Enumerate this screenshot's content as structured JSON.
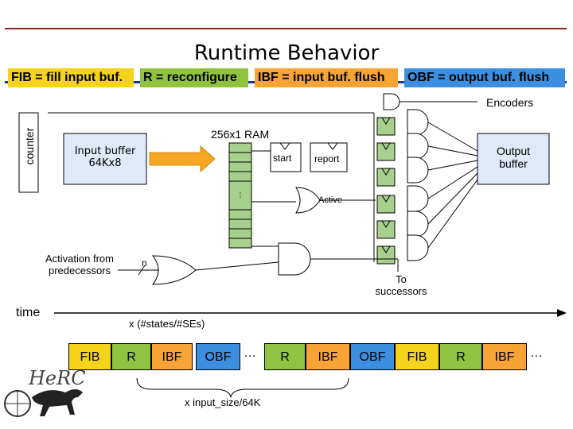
{
  "title": "Runtime Behavior",
  "legend": {
    "fib": {
      "text": "FIB = fill input buf.",
      "color": "#f5d31b"
    },
    "r": {
      "text": "R = reconfigure",
      "color": "#8fc33f"
    },
    "ibf": {
      "text": "IBF = input buf. flush",
      "color": "#f7a335"
    },
    "obf": {
      "text": "OBF = output buf. flush",
      "color": "#3c8fe0"
    }
  },
  "diagram": {
    "encoders": "Encoders",
    "counter": "counter",
    "ram_label": "256x1 RAM",
    "input_buffer": "Input buffer 64Kx8",
    "output_buffer": "Output buffer",
    "start": "start",
    "report": "report",
    "dots": "...",
    "active": "Active",
    "activation": "Activation from predecessors",
    "n": "n",
    "to_successors": "To successors",
    "time": "time",
    "x_states": "x (#states/#SEs)",
    "x_input": "x input_size/64K",
    "ellipsis": "…"
  },
  "timeline": [
    {
      "label": "FIB",
      "color": "#f5d31b"
    },
    {
      "label": "R",
      "color": "#8fc33f"
    },
    {
      "label": "IBF",
      "color": "#f7a335"
    },
    {
      "label": "OBF",
      "color": "#3c8fe0"
    },
    {
      "label": "R",
      "color": "#8fc33f"
    },
    {
      "label": "IBF",
      "color": "#f7a335"
    },
    {
      "label": "OBF",
      "color": "#3c8fe0"
    },
    {
      "label": "FIB",
      "color": "#f5d31b"
    },
    {
      "label": "R",
      "color": "#8fc33f"
    },
    {
      "label": "IBF",
      "color": "#f7a335"
    }
  ],
  "logo": "HeRC",
  "colors": {
    "ram": "#a8d08d",
    "buffer": "#dfe9f7",
    "arrow": "#f5a623",
    "accent_rule": "#8b1e1e"
  }
}
